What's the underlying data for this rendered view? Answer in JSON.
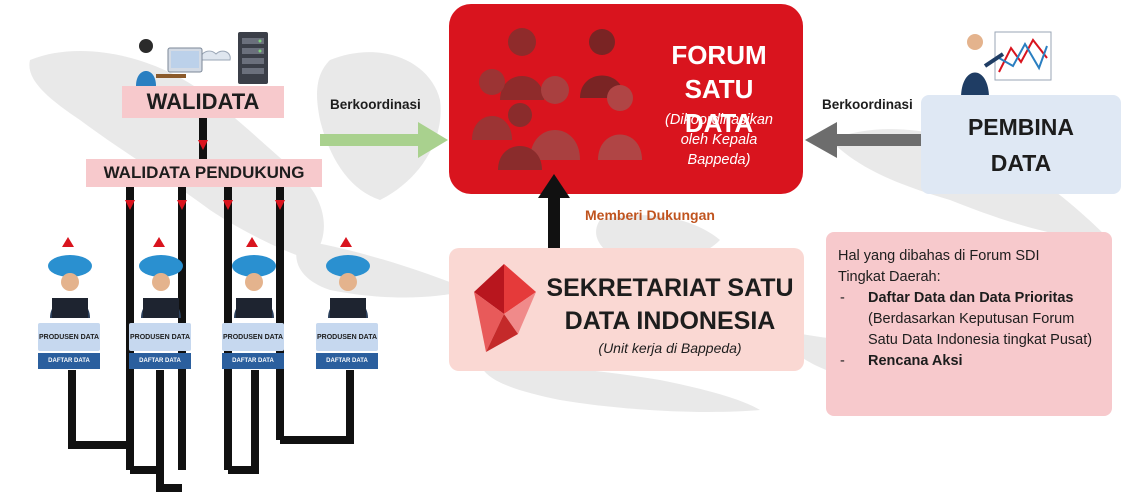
{
  "walidata": {
    "label": "WALIDATA"
  },
  "walidata_pendukung": {
    "label": "WALIDATA PENDUKUNG"
  },
  "forum": {
    "line1": "FORUM",
    "line2": "SATU DATA",
    "subtitle": "(Dikoordinasikan oleh Kepala Bappeda)"
  },
  "pembina": {
    "line1": "PEMBINA",
    "line2": "DATA"
  },
  "sekretariat": {
    "line1": "SEKRETARIAT SATU",
    "line2": "DATA INDONESIA",
    "subtitle": "(Unit kerja di Bappeda)"
  },
  "arrows": {
    "left_label": "Berkoordinasi",
    "right_label": "Berkoordinasi",
    "support_label": "Memberi Dukungan"
  },
  "info": {
    "intro_line1": "Hal yang dibahas di Forum SDI",
    "intro_line2": "Tingkat Daerah:",
    "item1_bold": "Daftar Data dan Data Prioritas",
    "item1_rest": " (Berdasarkan Keputusan  Forum Satu Data Indonesia tingkat Pusat)",
    "item2_bold": "Rencana Aksi"
  },
  "produsen": [
    {
      "label": "PRODUSEN DATA",
      "stack": "DAFTAR DATA"
    },
    {
      "label": "PRODUSEN DATA",
      "stack": "DAFTAR DATA"
    },
    {
      "label": "PRODUSEN DATA",
      "stack": "DAFTAR DATA"
    },
    {
      "label": "PRODUSEN DATA",
      "stack": "DAFTAR DATA"
    }
  ],
  "colors": {
    "forum_red": "#d9141e",
    "pink": "#f7c9cc",
    "light_blue": "#dfe8f4",
    "salmon": "#fad8d3",
    "arrow_green": "#a9d18e",
    "arrow_gray": "#6d6d6d",
    "support_orange": "#c0541f"
  }
}
